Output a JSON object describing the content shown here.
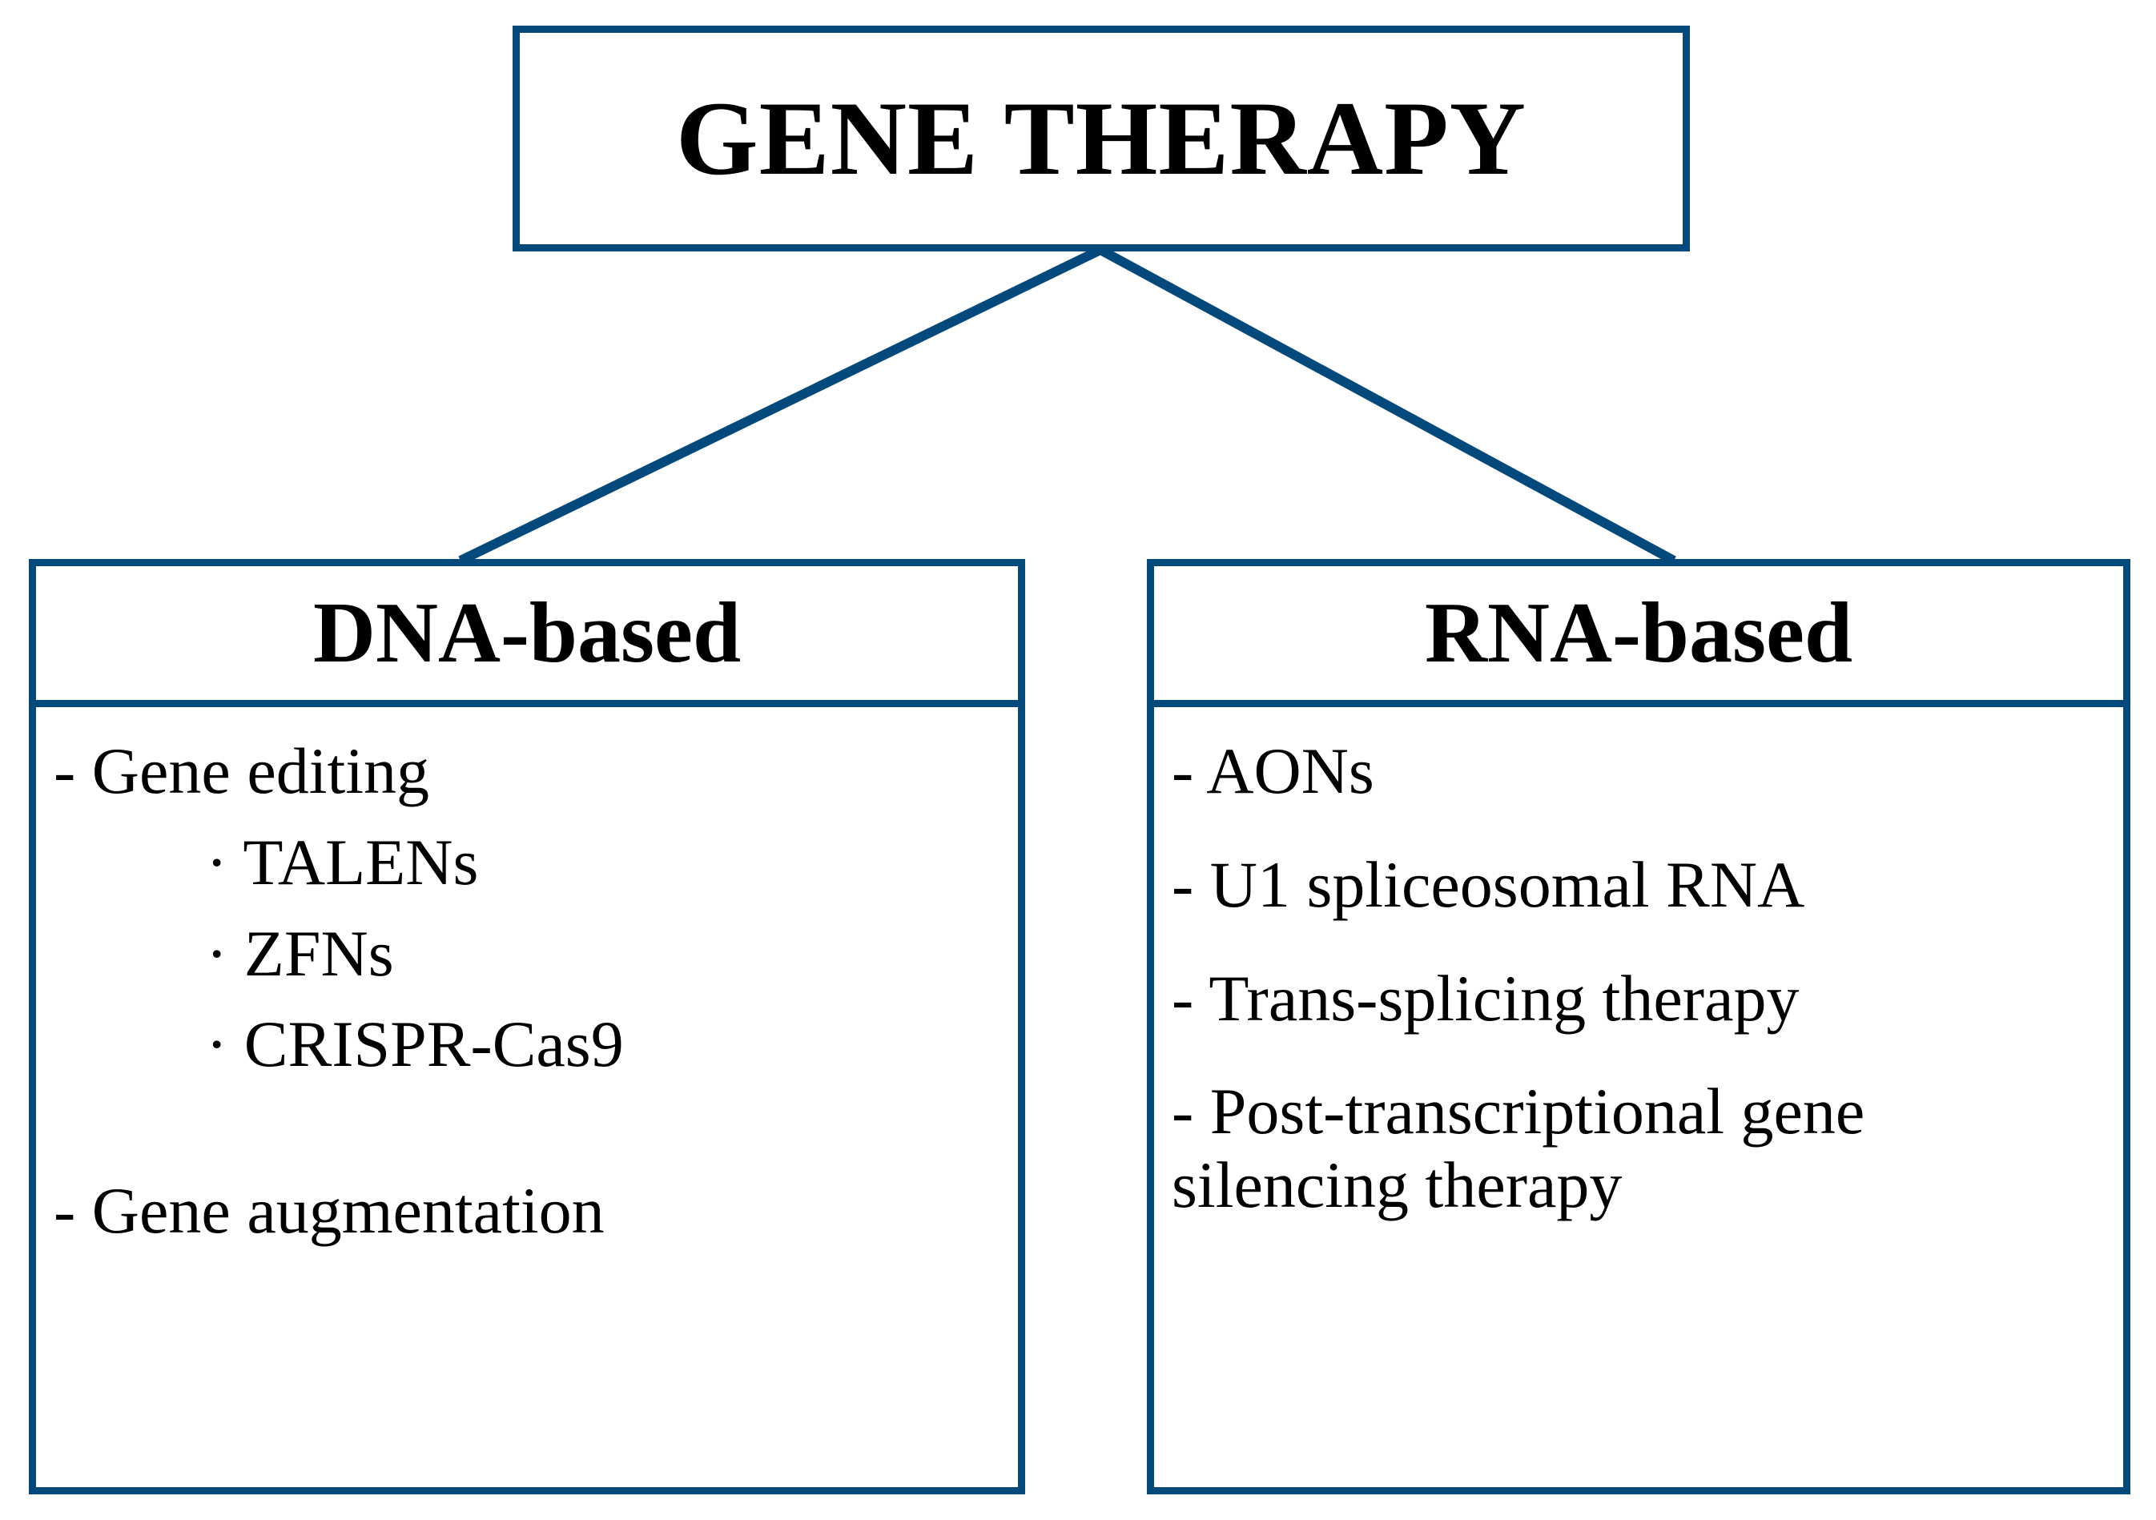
{
  "diagram": {
    "type": "hierarchy-tree",
    "accent_color": "#04497c",
    "background_color": "#ffffff",
    "text_color": "#000000",
    "root": {
      "label": "GENE THERAPY"
    },
    "children": [
      {
        "id": "dna",
        "header": "DNA-based",
        "items": [
          {
            "text": "- Gene editing",
            "level": 1,
            "gap_before": false
          },
          {
            "text": "· TALENs",
            "level": 2,
            "gap_before": false
          },
          {
            "text": "· ZFNs",
            "level": 2,
            "gap_before": false
          },
          {
            "text": "· CRISPR-Cas9",
            "level": 2,
            "gap_before": false
          },
          {
            "text": "- Gene augmentation",
            "level": 1,
            "gap_before": true
          }
        ]
      },
      {
        "id": "rna",
        "header": "RNA-based",
        "items": [
          {
            "text": "- AONs",
            "level": 1,
            "gap_before": false
          },
          {
            "text": "- U1 spliceosomal RNA",
            "level": 1,
            "gap_before": false
          },
          {
            "text": "- Trans-splicing therapy",
            "level": 1,
            "gap_before": false
          },
          {
            "text": "- Post-transcriptional gene silencing therapy",
            "level": 1,
            "gap_before": false,
            "wrap": true
          }
        ]
      }
    ],
    "connectors": [
      {
        "from": "root",
        "to": "dna"
      },
      {
        "from": "root",
        "to": "rna"
      }
    ]
  }
}
